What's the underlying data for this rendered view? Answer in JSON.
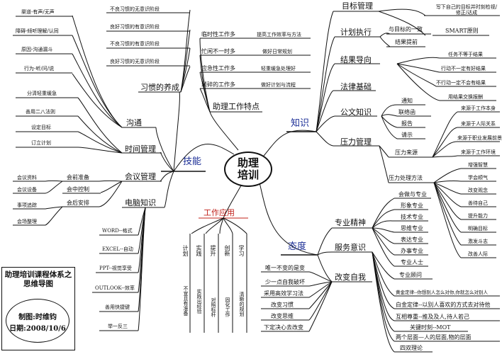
{
  "center": "助理培训",
  "credit": {
    "title": "助理培训课程体系之思维导图",
    "author": "制图:时维钧",
    "date": "日期:2008/10/6"
  },
  "colors": {
    "branch_blue": "#1b2e96",
    "accent_red": "#c0201a",
    "line": "#111111"
  },
  "skills": {
    "label": "技能",
    "habits": {
      "label": "习惯的养成",
      "items": [
        "不良习惯的无意识阶段",
        "良好习惯的有意识阶段",
        "不良习惯的有意识阶段",
        "良好习惯的无意识阶段"
      ]
    },
    "communication": {
      "label": "沟通",
      "items": [
        "渠道-有声/无声",
        "障碍-倾听理解/认同",
        "原因-沟通漏斗",
        "行为-听/问/说"
      ]
    },
    "time": {
      "label": "时间管理",
      "items": [
        "分清轻重缓急",
        "善用二八法则",
        "设定目标",
        "订立计划"
      ]
    },
    "meeting": {
      "label": "会议管理",
      "groups": [
        {
          "label": "会前准备",
          "items": [
            "会议资料",
            "会议设备"
          ]
        },
        {
          "label": "会中控制",
          "items": []
        },
        {
          "label": "会后安排",
          "items": [
            "事项追踪",
            "会场整理"
          ]
        }
      ]
    },
    "computer": {
      "label": "电脑知识",
      "items": [
        "WORD--格式",
        "EXCEL--自动",
        "PPT--视觉享受",
        "OUTLOOK--效率",
        "善用快捷键",
        "举一反三"
      ]
    },
    "features": {
      "label": "助理工作特点",
      "rows": [
        {
          "trait": "临时性工作多",
          "tip": "提高工作效率与方法"
        },
        {
          "trait": "忙闲不一时多",
          "tip": "做好日常规划"
        },
        {
          "trait": "应急性工作多",
          "tip": "轻重缓急处理好"
        },
        {
          "trait": "琐碎的工作多",
          "tip": "做好计划与流程"
        }
      ]
    }
  },
  "application": {
    "label": "工作应用",
    "columns": [
      {
        "head": "计划",
        "body": "不宣且有准备"
      },
      {
        "head": "实践",
        "body": "实践出经验"
      },
      {
        "head": "提升",
        "body": "对照标杆"
      },
      {
        "head": "创新",
        "body": "固化工作"
      },
      {
        "head": "学习",
        "body": "清晰的规划"
      }
    ]
  },
  "knowledge": {
    "label": "知识",
    "goal": {
      "label": "目标管理",
      "items": [
        "写下自己的目标并时刻检视/修正/达成",
        "SMART原则"
      ]
    },
    "plan": {
      "label": "计划执行",
      "items": [
        "与目标的一致",
        "结果提前"
      ]
    },
    "result": {
      "label": "结果导向",
      "items": [
        "任务不等于结果",
        "行动不一定有好结果",
        "不行动一定不会有结果",
        "用结果交换报酬"
      ]
    },
    "law": {
      "label": "法律基础"
    },
    "doc": {
      "label": "公文知识",
      "items": [
        "通知",
        "联络函",
        "报告",
        "请示"
      ]
    },
    "pressure": {
      "label": "压力管理",
      "source": {
        "label": "压力来源",
        "items": [
          "来源于工作本身",
          "来源于人际关系",
          "来源于职业发展前景",
          "来源于工作环境"
        ]
      },
      "methods": {
        "label": "压力处理方法",
        "items": [
          "增强智慧",
          "学会顺气",
          "改变观念",
          "善待自己",
          "提升能力",
          "明确目标",
          "激发斗志",
          "改善人际"
        ]
      }
    }
  },
  "attitude": {
    "label": "态度",
    "professional": {
      "label": "专业精神",
      "items": [
        "会做与专业",
        "形象专业",
        "技术专业",
        "思维专业",
        "表达专业",
        "办事专业",
        "专业人士"
      ]
    },
    "service": {
      "label": "服务意识",
      "items": [
        "专业顾问",
        "黄金定律--你想别人怎么对你,你就怎么对别人",
        "白金定律--以别人喜欢的方式去对待他",
        "互相尊重--推及及人,待人若己",
        "关键时刻--MOT",
        "两个层面—人的层面,物的层面",
        "四双理论"
      ]
    },
    "change": {
      "label": "改变自我",
      "items": [
        "唯一不变的是变",
        "少一点自我破坏",
        "采用高效学习法",
        "改变习惯",
        "改变思维",
        "下定决心去改变"
      ]
    }
  }
}
